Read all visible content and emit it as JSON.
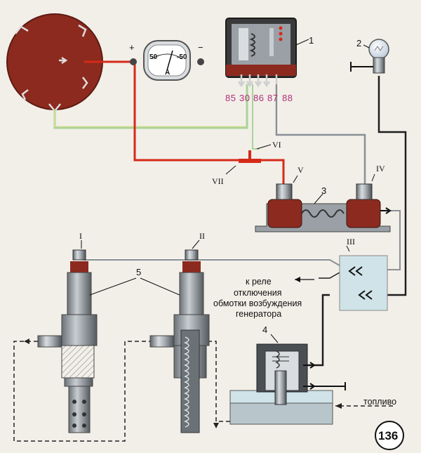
{
  "labels": {
    "relay": "1",
    "lamp": "2",
    "thermo": "3",
    "valve": "4",
    "plugs": "5",
    "plug_i": "I",
    "plug_ii": "II",
    "term_iii": "III",
    "term_iv": "IV",
    "term_v": "V",
    "term_vi": "VI",
    "term_vii": "VII"
  },
  "relay_terminals": [
    "85",
    "30",
    "86",
    "87",
    "88"
  ],
  "ammeter": {
    "left_scale": "50",
    "right_scale": "-50",
    "unit": "A",
    "plus": "+",
    "minus": "−"
  },
  "captions": {
    "relay_line1": "к реле",
    "relay_line2": "отключения",
    "relay_line3": "обмотки возбуждения",
    "relay_line4": "генератора",
    "fuel": "топливо"
  },
  "figure_number": "136",
  "colors": {
    "red_wire": "#d52a1a",
    "green_wire": "#a9d39a",
    "dark_wire": "#1e1e1e",
    "switch_disc": "#8c2a1f",
    "metal": "#8a9096"
  }
}
